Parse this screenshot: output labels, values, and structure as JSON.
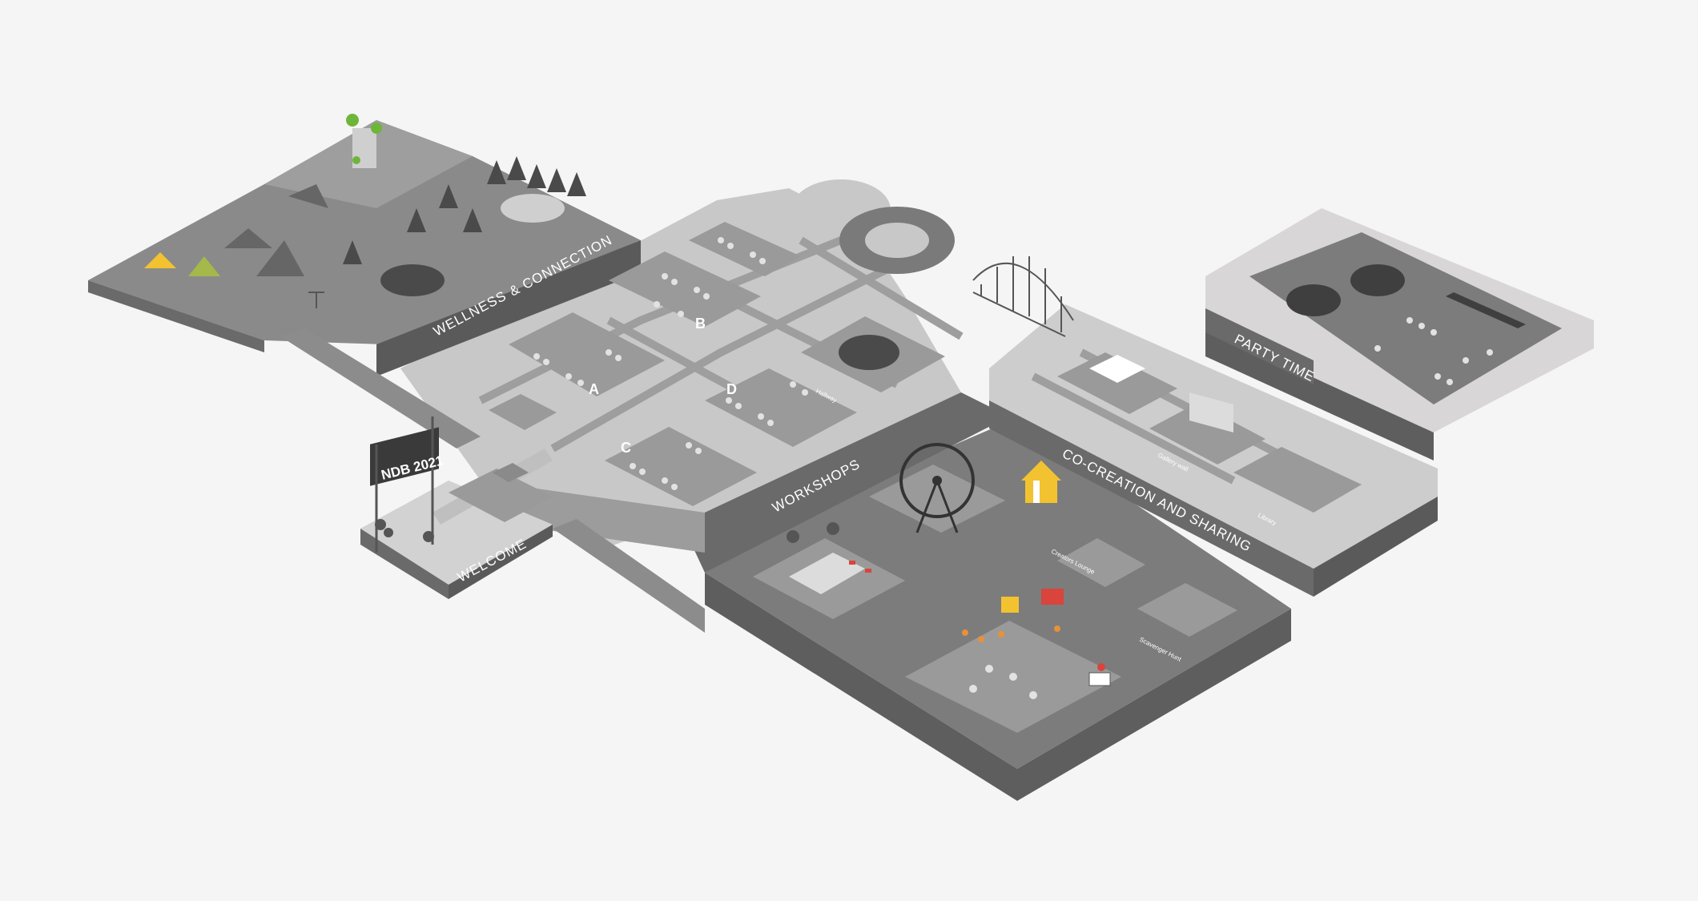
{
  "colors": {
    "background": "#f5f5f5",
    "platform_light": "#c9c9c9",
    "platform_mid": "#a8a8a8",
    "platform_dark": "#7a7a7a",
    "wall": "#5e5e5e",
    "module": "#9a9a9a",
    "module_dark": "#6f6f6f",
    "seat": "#e2e2e2",
    "accent_yellow": "#f2c230",
    "accent_red": "#d9443c",
    "accent_orange": "#e8913a",
    "accent_green": "#6fb53a",
    "accent_blue": "#2f6fb5"
  },
  "sign": {
    "text": "NDB 2021"
  },
  "zones": {
    "welcome": "WELCOME",
    "wellness": "WELLNESS",
    "connection": "& CONNECTION",
    "workshops": "WORKSHOPS",
    "cocreation": "CO-CREATION AND SHARING",
    "party": "PARTY TIME"
  },
  "room_letters": {
    "a": "A",
    "b": "B",
    "c": "C",
    "d": "D"
  },
  "small_labels": {
    "hallway": "Hallway",
    "gallery": "Gallery wall",
    "library": "Library",
    "lounge": "Creators Lounge",
    "scavenger": "Scavenger Hunt"
  },
  "icons": [
    "ferris-wheel-icon",
    "carousel-tent-icon",
    "bridge-icon",
    "waterfall-icon",
    "pine-forest-icon",
    "camp-tent-icon",
    "food-stall-icon",
    "ice-cream-truck-icon",
    "pool-icon",
    "palm-tree-icon",
    "balloon-icon",
    "signpost-icon"
  ]
}
